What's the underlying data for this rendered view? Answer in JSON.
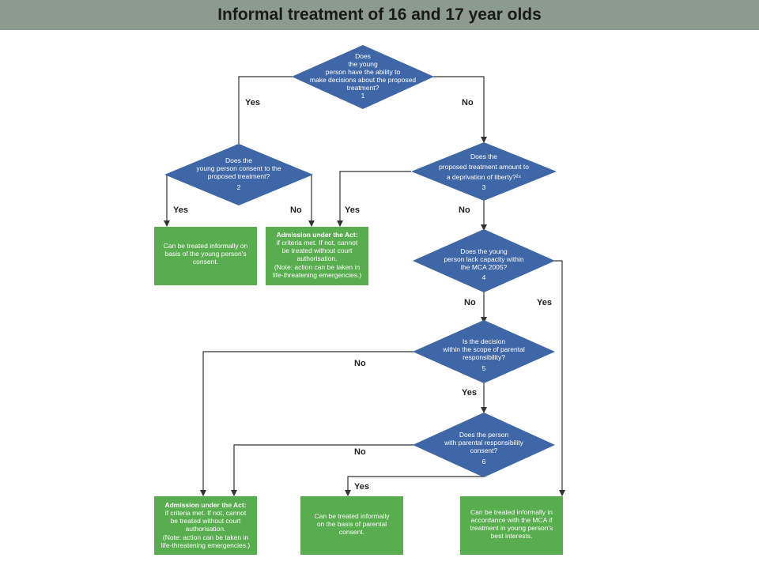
{
  "title": "Informal treatment of 16 and 17 year olds",
  "colors": {
    "decision": "#3f67a8",
    "outcome": "#58ad4e",
    "title_bar": "#8c9a8f"
  },
  "decisions": [
    {
      "id": "d1",
      "lines": [
        "Does",
        "the young",
        "person have the ability to",
        "make decisions about the proposed",
        "treatment?"
      ],
      "number": "1"
    },
    {
      "id": "d2",
      "lines": [
        "Does the",
        "young person consent to the",
        "proposed treatment?"
      ],
      "number": "2"
    },
    {
      "id": "d3",
      "lines": [
        "Does the",
        "proposed treatment amount to",
        "a deprivation of liberty?²⁴"
      ],
      "number": "3"
    },
    {
      "id": "d4",
      "lines": [
        "Does the young",
        "person lack capacity within",
        "the MCA 2005?"
      ],
      "number": "4"
    },
    {
      "id": "d5",
      "lines": [
        "Is the decision",
        "within the scope of parental",
        "responsibility?"
      ],
      "number": "5"
    },
    {
      "id": "d6",
      "lines": [
        "Does the person",
        "with parental responsibility",
        "consent?"
      ],
      "number": "6"
    }
  ],
  "outcomes": [
    {
      "id": "o1",
      "title": "",
      "lines": [
        "Can be treated informally on",
        "basis of the young person's",
        "consent."
      ]
    },
    {
      "id": "o2",
      "title": "Admission under the Act:",
      "lines": [
        "if criteria met. If not, cannot",
        "be treated without court",
        "authorisation.",
        "(Note: action can be taken in",
        "life-threatening emergencies.)"
      ]
    },
    {
      "id": "o3",
      "title": "Admission under the Act:",
      "lines": [
        "if criteria met. If not, cannot",
        "be treated without court",
        "authorisation.",
        "(Note: action can be taken in",
        "life-threatening emergencies.)"
      ]
    },
    {
      "id": "o4",
      "title": "",
      "lines": [
        "Can be treated informally",
        "on the basis of parental",
        "consent."
      ]
    },
    {
      "id": "o5",
      "title": "",
      "lines": [
        "Can be treated informally in",
        "accordance with the MCA if",
        "treatment in young person's",
        "best interests."
      ]
    }
  ],
  "edge_labels": {
    "d1_yes": "Yes",
    "d1_no": "No",
    "d2_yes": "Yes",
    "d2_no": "No",
    "d3_yes": "Yes",
    "d3_no": "No",
    "d4_no": "No",
    "d4_yes": "Yes",
    "d5_no": "No",
    "d5_yes": "Yes",
    "d6_no": "No",
    "d6_yes": "Yes"
  }
}
